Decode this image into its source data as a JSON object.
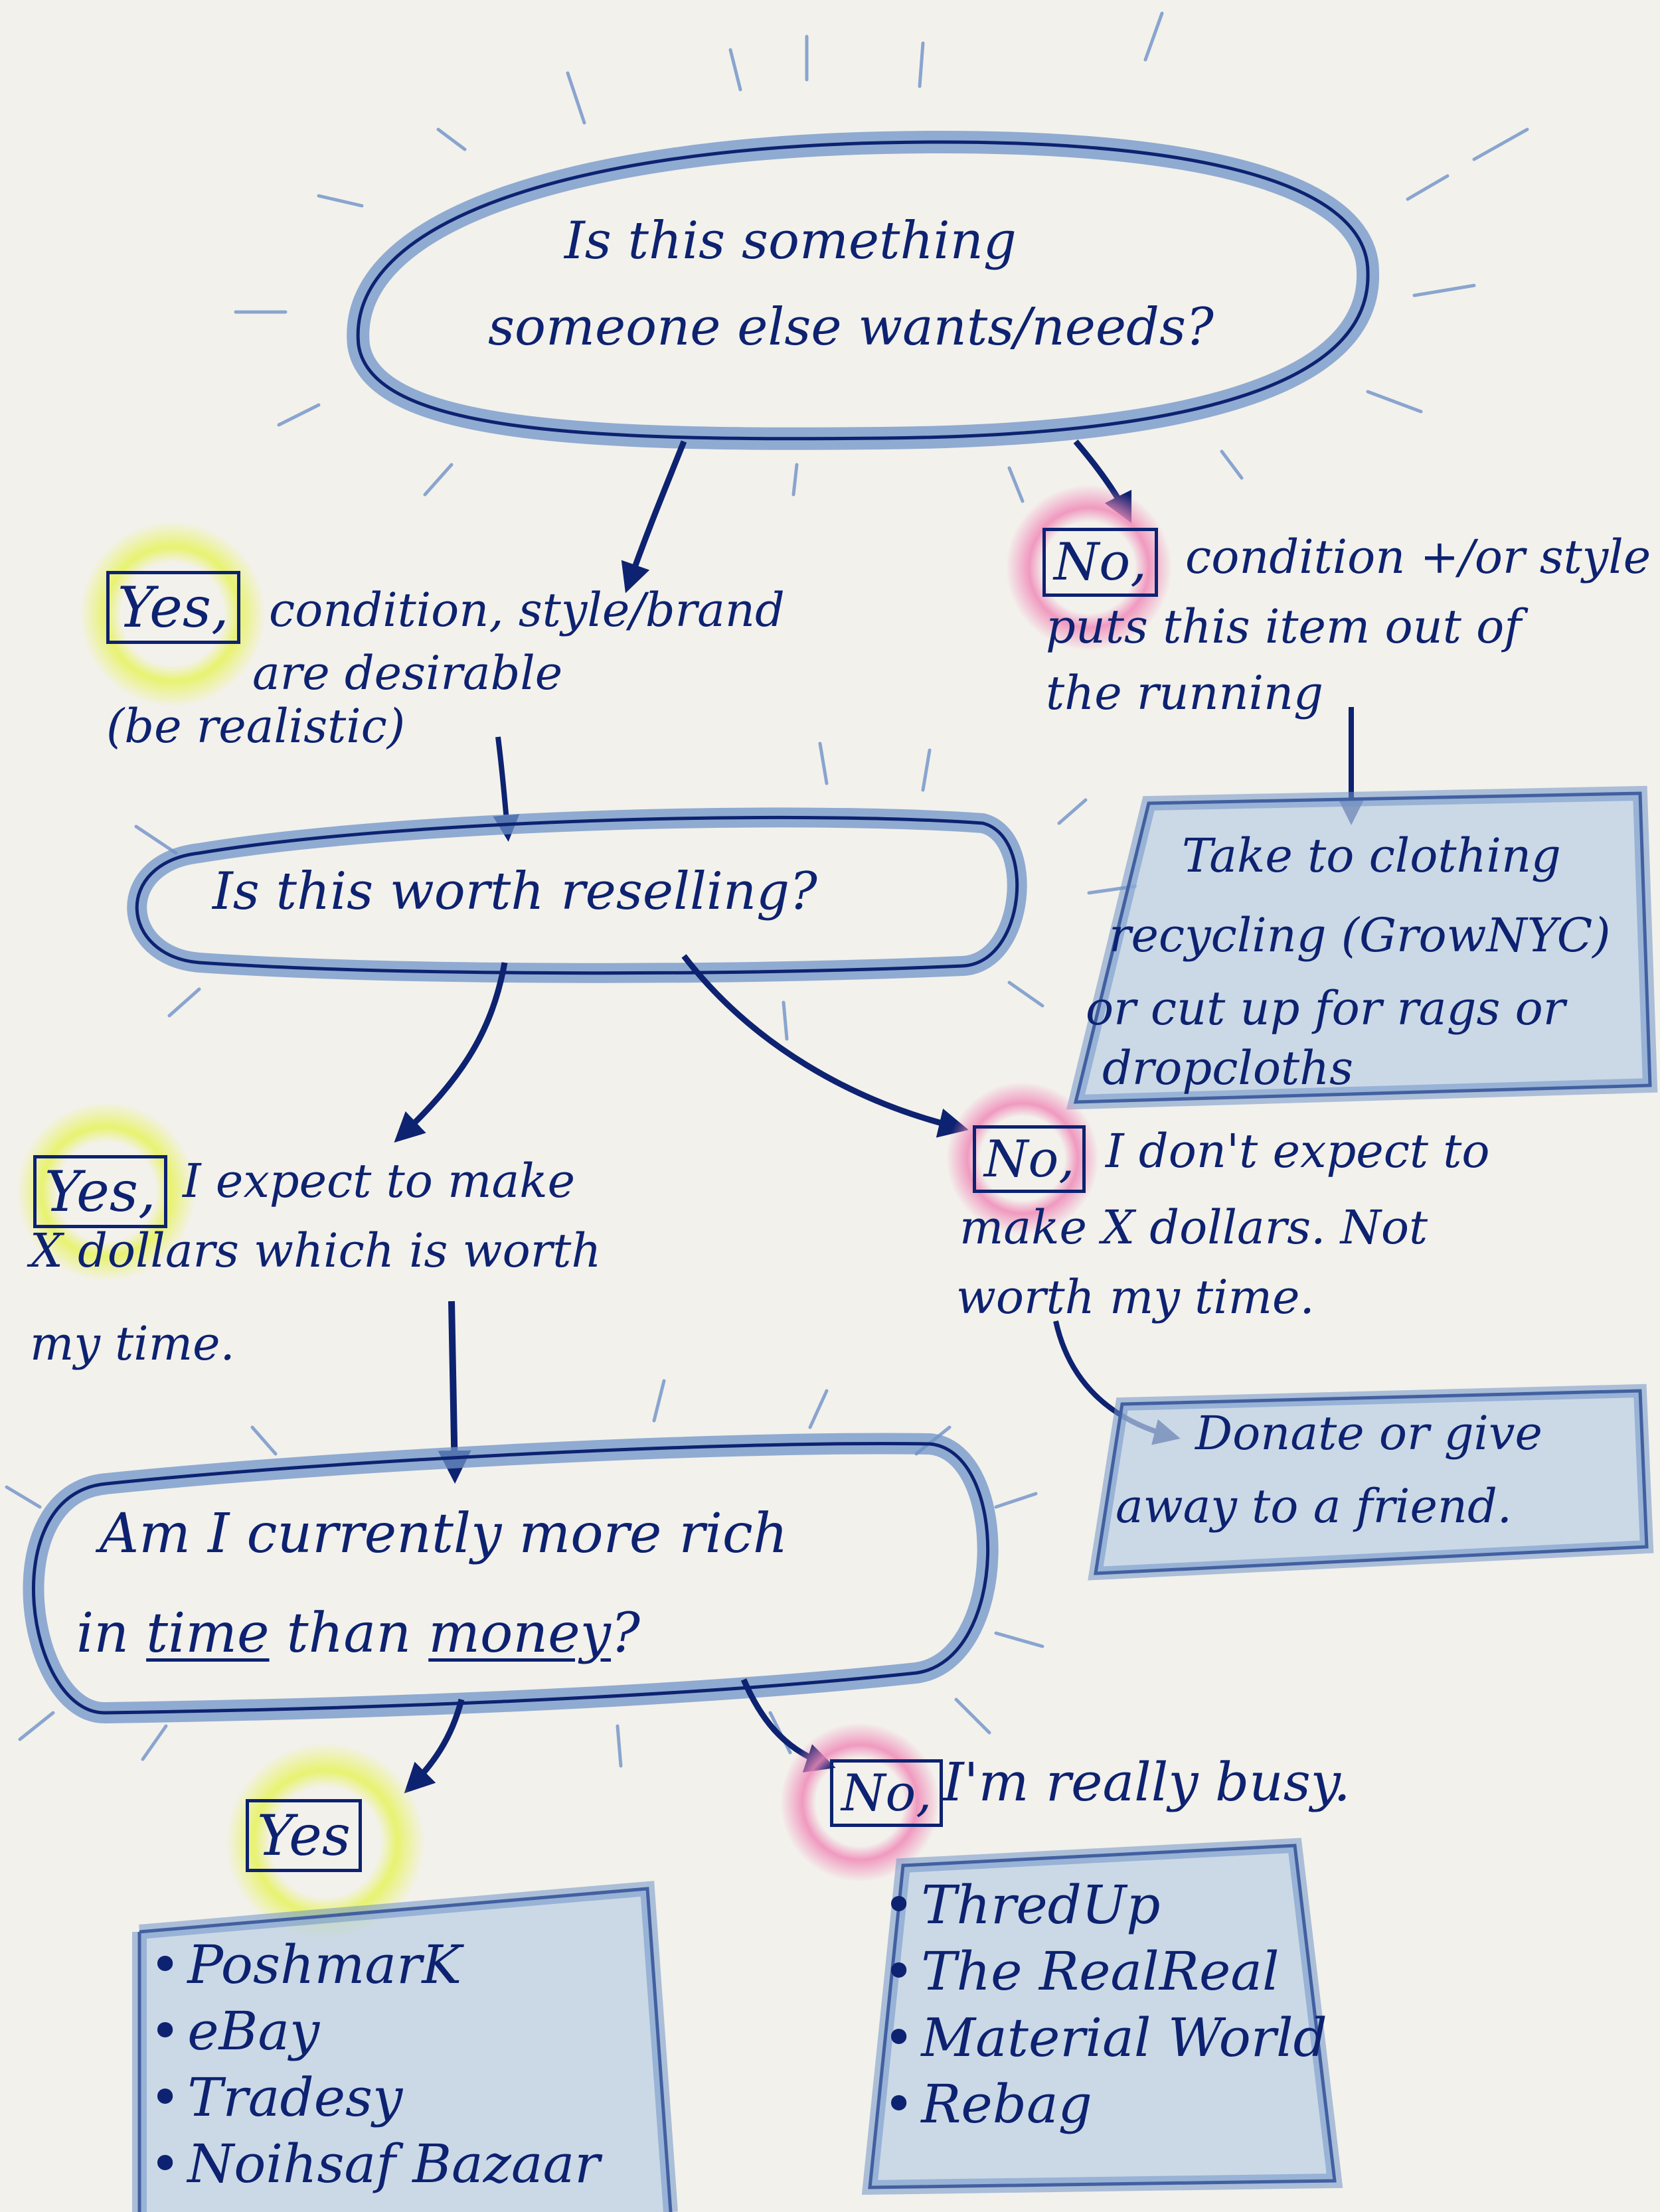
{
  "nodes": {
    "q1": {
      "line1": "Is this something",
      "line2": "someone else wants/needs?"
    },
    "q2": {
      "text": "Is this worth reselling?"
    },
    "q3": {
      "line1": "Am I currently more rich",
      "pre": "in",
      "time": "time",
      "mid": "than",
      "money": "money",
      "post": "?"
    },
    "recycle": {
      "lines": [
        "Take to clothing",
        "recycling (GrowNYC)",
        "or cut up for rags or",
        "dropcloths"
      ]
    },
    "donate": {
      "lines": [
        "Donate or give",
        "away to a friend."
      ]
    },
    "yes_list": {
      "items": [
        "PoshmarK",
        "eBay",
        "Tradesy",
        "Noihsaf Bazaar"
      ]
    },
    "no_list": {
      "items": [
        "ThredUp",
        "The RealReal",
        "Material World",
        "Rebag"
      ]
    }
  },
  "branches": {
    "yes1": {
      "label": "Yes,",
      "lines": [
        "condition, style/brand",
        "are desirable",
        "(be realistic)"
      ]
    },
    "no1": {
      "label": "No,",
      "lines": [
        "condition +/or style",
        "puts this item out of",
        "the running"
      ]
    },
    "yes2": {
      "label": "Yes,",
      "lines": [
        "I expect to make",
        "X dollars which is worth",
        "my time."
      ]
    },
    "no2": {
      "label": "No,",
      "lines": [
        "I don't expect to",
        "make X dollars. Not",
        "worth my time."
      ]
    },
    "yes3": {
      "label": "Yes"
    },
    "no3": {
      "label": "No,",
      "text": "I'm really busy."
    }
  },
  "colors": {
    "ink": "#0d2270",
    "shade": "#6f93c8",
    "fill": "#b9cfe6",
    "paper": "#f3f1ec",
    "yes_highlight": "#e6f35a",
    "no_highlight": "#f08ab8"
  }
}
